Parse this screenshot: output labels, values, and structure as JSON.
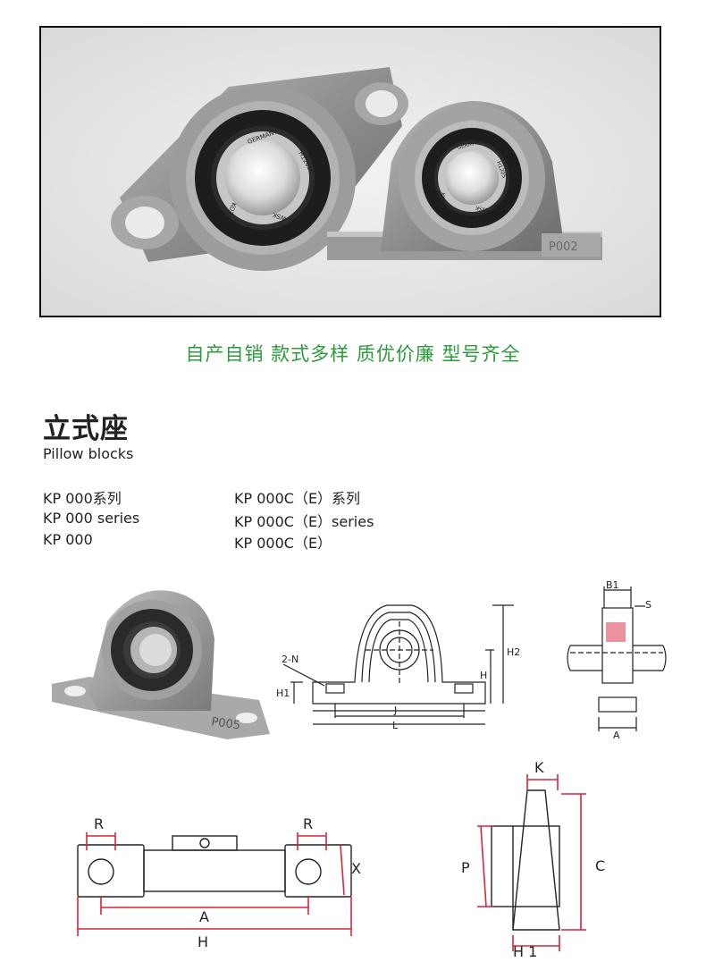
{
  "photo": {
    "left_housing_text": [
      "GERMANY",
      "H1205",
      "KOZA",
      "WSK"
    ],
    "right_housing_text": [
      "GERMANY",
      "H1205",
      "KOZA",
      "WSK"
    ],
    "right_housing_stamp": "P002"
  },
  "slogan": "自产自销 款式多样 质优价廉 型号齐全",
  "heading": {
    "cn": "立式座",
    "en": "Pillow blocks"
  },
  "series": {
    "left": [
      "KP 000系列",
      "KP 000 series",
      "KP 000"
    ],
    "right": [
      "KP 000C（E）系列",
      "KP 000C（E）series",
      "KP 000C（E）"
    ]
  },
  "product_stamp": "P005",
  "front_view_labels": {
    "holes": "2-N",
    "h2": "H2",
    "h": "H",
    "h1": "H1",
    "j": "J",
    "l": "L"
  },
  "side_view_labels": {
    "b1": "B1",
    "s": "S",
    "a": "A"
  },
  "top_view_labels": {
    "r_left": "R",
    "r_right": "R",
    "x": "X",
    "a": "A",
    "h": "H"
  },
  "end_view_labels": {
    "k": "K",
    "p": "P",
    "c": "C",
    "h1": "H 1"
  },
  "colors": {
    "slogan": "#2a9c3a",
    "dimension": "#d6263b",
    "text": "#222222"
  }
}
